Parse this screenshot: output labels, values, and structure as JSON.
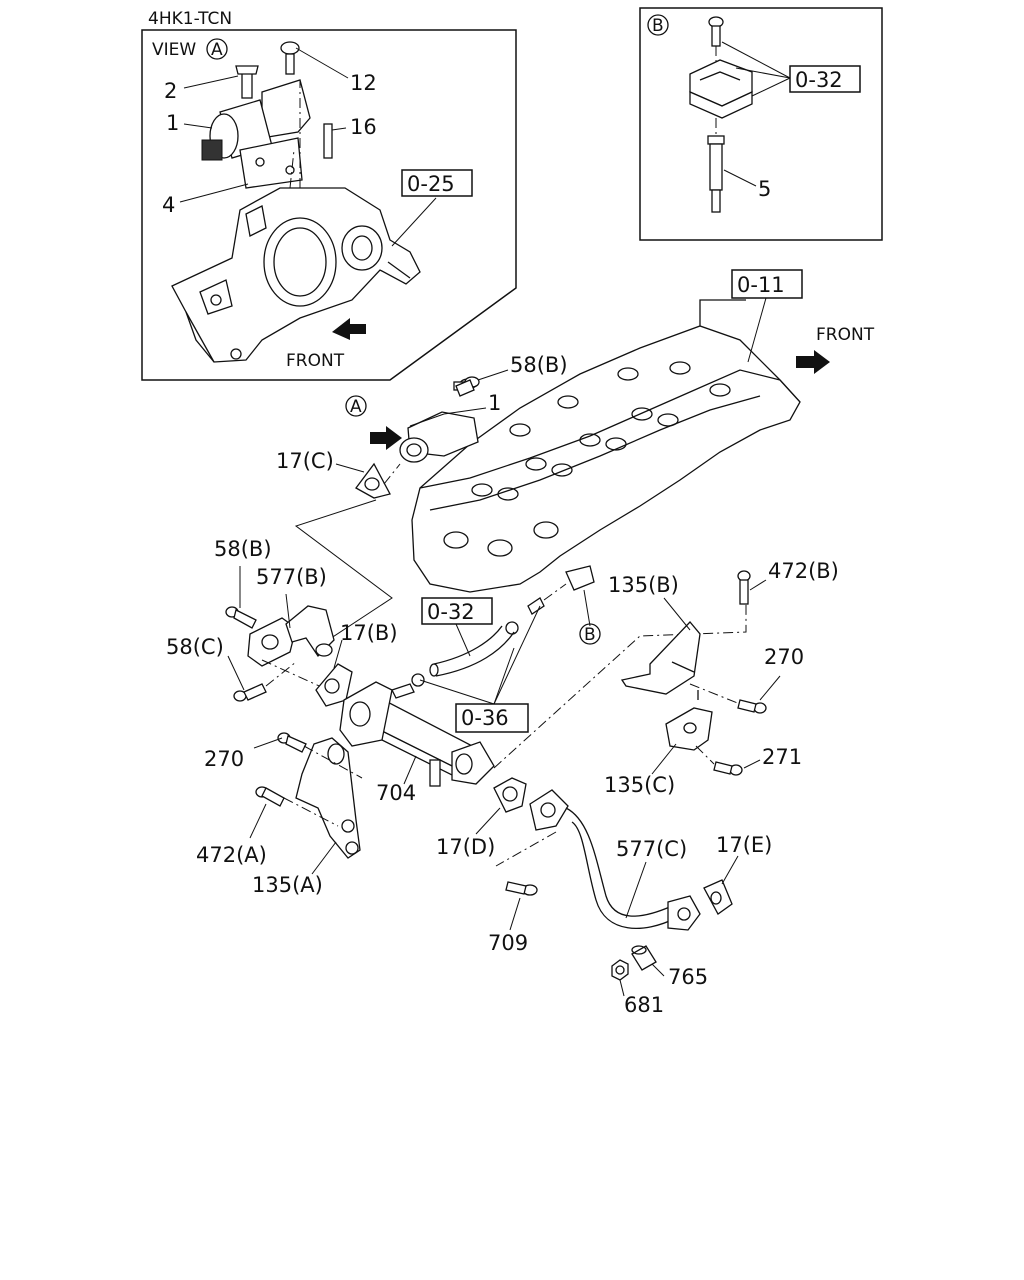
{
  "engine_code": "4HK1-TCN",
  "view_a": {
    "title": "VIEW",
    "marker": "A",
    "front_label": "FRONT",
    "callouts": [
      "2",
      "1",
      "12",
      "16",
      "4"
    ],
    "ref_box": "0-25"
  },
  "view_b": {
    "marker": "B",
    "ref_box": "0-32",
    "callout": "5"
  },
  "main": {
    "front_label": "FRONT",
    "ref_boxes": [
      "0-11",
      "0-32",
      "0-36"
    ],
    "marker_a": "A",
    "marker_b": "B",
    "callouts": [
      "58(B)",
      "1",
      "17(C)",
      "58(B)",
      "577(B)",
      "17(B)",
      "58(C)",
      "135(B)",
      "472(B)",
      "270",
      "270",
      "704",
      "17(D)",
      "271",
      "135(C)",
      "472(A)",
      "135(A)",
      "577(C)",
      "17(E)",
      "709",
      "765",
      "681"
    ]
  },
  "colors": {
    "line": "#111111",
    "background": "#ffffff"
  },
  "icons": [
    "front-arrow-icon",
    "circled-letter-icon"
  ]
}
